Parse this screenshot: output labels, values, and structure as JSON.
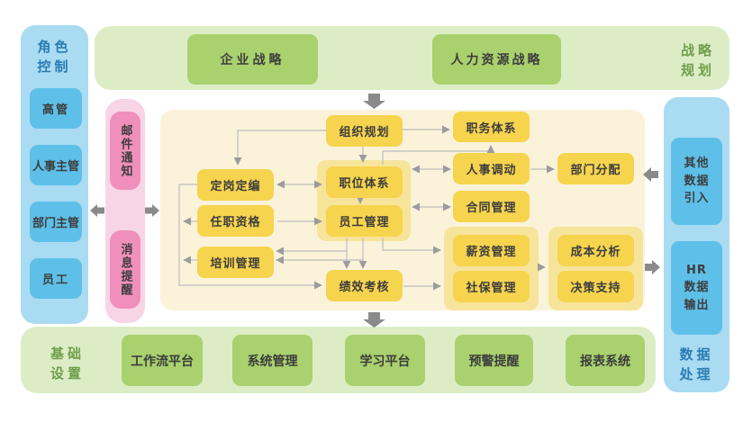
{
  "left_sidebar": {
    "title": "角色\n控制",
    "items": [
      "高管",
      "人事主管",
      "部门主管",
      "员工"
    ]
  },
  "notify_bar": {
    "items": [
      "邮件通知",
      "消息提醒"
    ]
  },
  "strategy_band": {
    "label": "战略\n规划",
    "items": [
      "企业战略",
      "人力资源战略"
    ]
  },
  "foundation_band": {
    "label": "基础\n设置",
    "items": [
      "工作流平台",
      "系统管理",
      "学习平台",
      "预警提醒",
      "报表系统"
    ]
  },
  "data_sidebar": {
    "label": "数据\n处理",
    "items": [
      "其他\n数据\n引入",
      "HR\n数据\n输出"
    ]
  },
  "core": {
    "org_planning": "组织规划",
    "job_system": "职务体系",
    "position_staffing": "定岗定编",
    "qualification": "任职资格",
    "training": "培训管理",
    "post_system": "职位体系",
    "employee_mgmt": "员工管理",
    "performance": "绩效考核",
    "personnel_transfer": "人事调动",
    "contract": "合同管理",
    "salary": "薪资管理",
    "social_security": "社保管理",
    "dept_assign": "部门分配",
    "cost_analysis": "成本分析",
    "decision_support": "决策支持"
  },
  "colors": {
    "panel_blue": "#a9dbf3",
    "accent_blue": "#5ec0e9",
    "panel_pink": "#f7d5e6",
    "accent_pink": "#f08fbc",
    "band_green": "#dcedc6",
    "accent_green": "#a9d16e",
    "panel_cream": "#faf3da",
    "accent_yellow": "#f6d44e",
    "halo_yellow": "#f7e49b",
    "big_arrow_gray": "#8a8a8a",
    "wire_gray": "#bcbcbc",
    "label_blue": "#2b7cb4",
    "label_green": "#6f9e4a"
  }
}
